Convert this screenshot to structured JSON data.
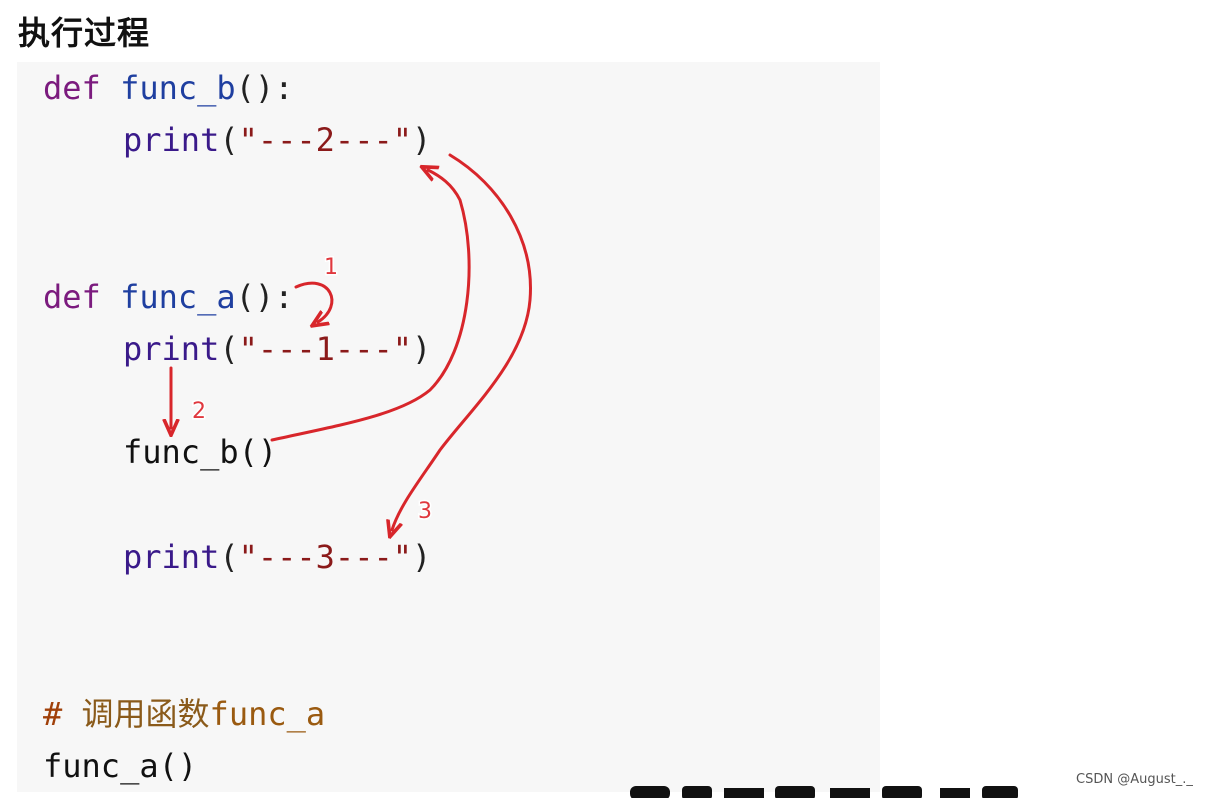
{
  "title": "执行过程",
  "code": {
    "line1": {
      "kw": "def",
      "name": "func_b",
      "rest": "():"
    },
    "line2": {
      "call": "print",
      "open": "(",
      "str": "\"---2---\"",
      "close": ")"
    },
    "line3": {
      "kw": "def",
      "name": "func_a",
      "rest": "():"
    },
    "line4": {
      "call": "print",
      "open": "(",
      "str": "\"---1---\"",
      "close": ")"
    },
    "line5": {
      "text": "func_b()"
    },
    "line6": {
      "call": "print",
      "open": "(",
      "str": "\"---3---\"",
      "close": ")"
    },
    "comment": {
      "hash": "#",
      "text": " 调用函数",
      "fn": "func_a"
    },
    "line8": {
      "text": "func_a()"
    }
  },
  "annotations": {
    "step1": "1",
    "step2": "2",
    "step3": "3",
    "arrow_color": "#d8262b"
  },
  "watermark": "CSDN @August_._"
}
